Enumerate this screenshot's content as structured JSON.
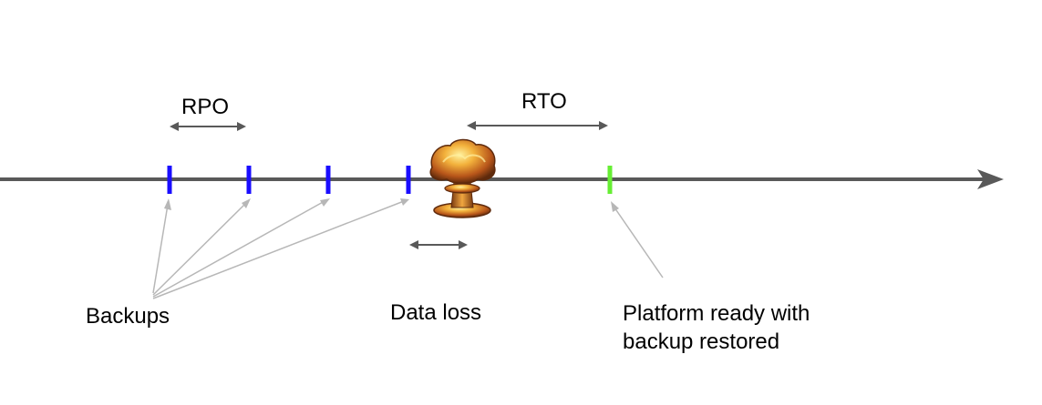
{
  "labels": {
    "rpo": "RPO",
    "rto": "RTO",
    "backups": "Backups",
    "data_loss": "Data loss",
    "platform_line1": "Platform ready with",
    "platform_line2": "backup restored"
  },
  "colors": {
    "timeline": "#595959",
    "backup_marker": "#1a0dff",
    "restore_marker": "#66ee33",
    "pointer_arrow": "#b7b7b7",
    "span_arrow": "#595959"
  },
  "icons": {
    "disaster": "mushroom-cloud-icon"
  }
}
